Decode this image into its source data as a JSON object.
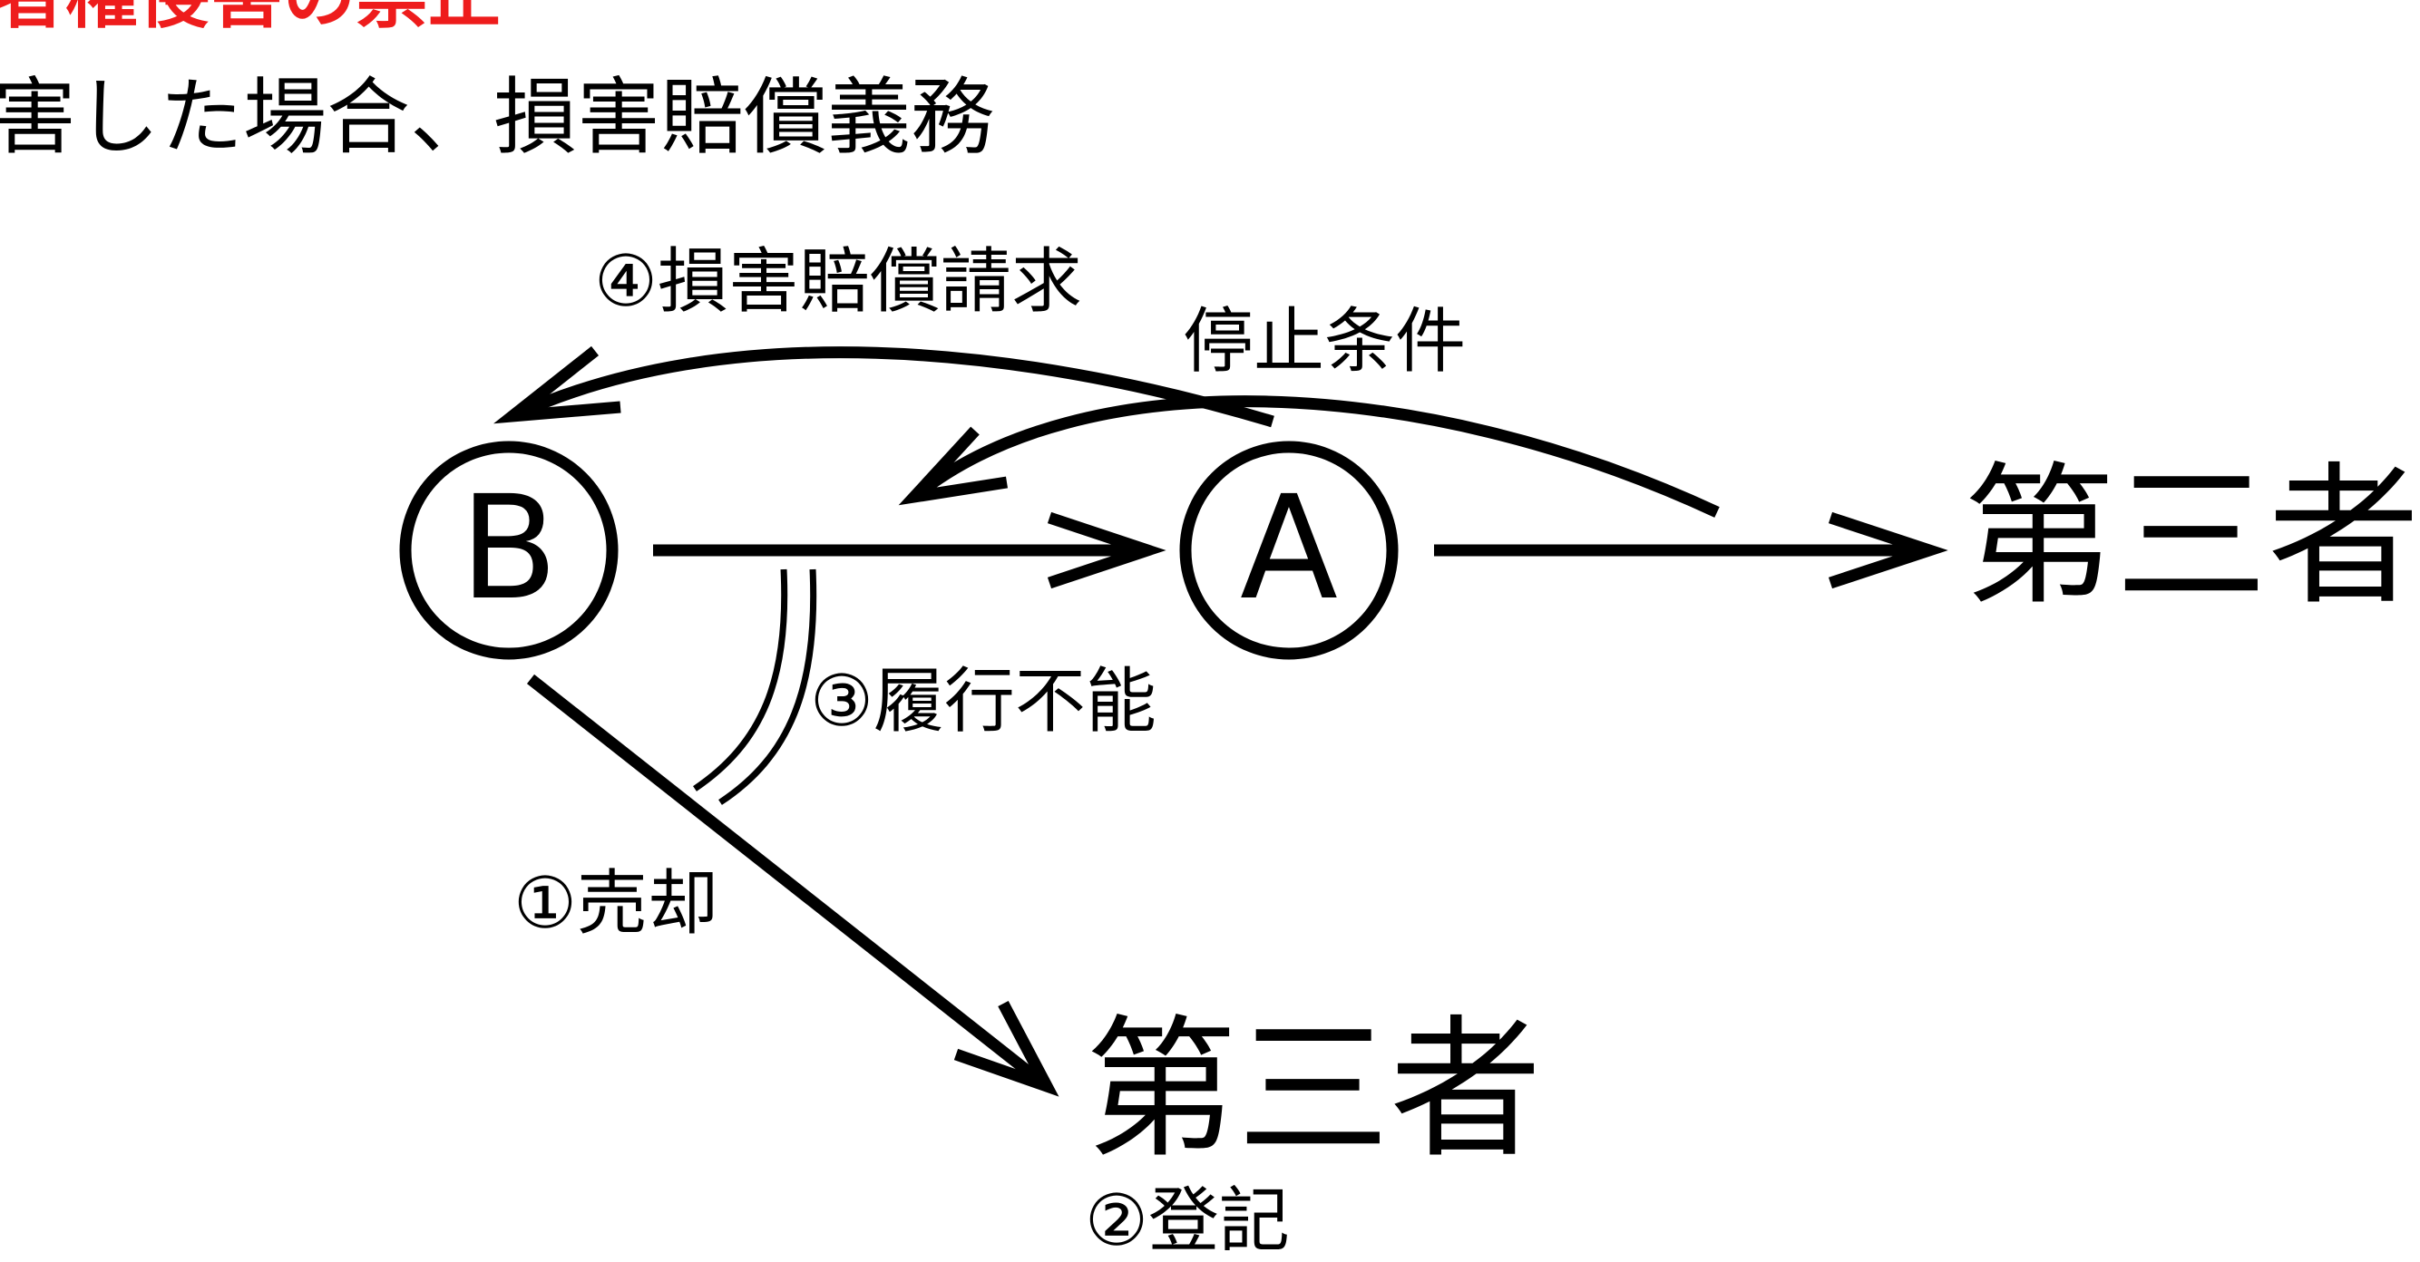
{
  "heading": {
    "title": "者権侵害の禁止",
    "subtitle": "害した場合、損害賠償義務"
  },
  "diagram": {
    "nodes": {
      "b": "B",
      "a": "A"
    },
    "third_party_right": "第三者",
    "third_party_bottom": "第三者",
    "edges": {
      "damages_claim": "④損害賠償請求",
      "condition": "停止条件",
      "impossibility": "③履行不能",
      "sale": "①売却",
      "registration": "②登記"
    }
  }
}
